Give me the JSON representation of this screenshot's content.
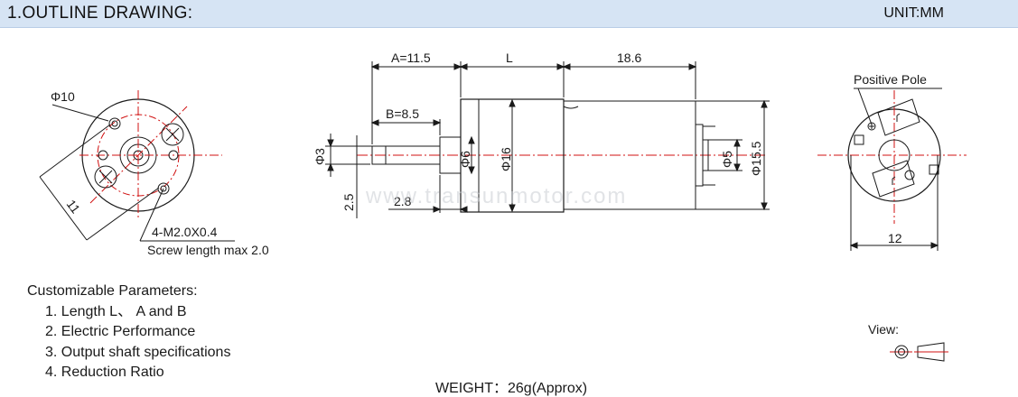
{
  "header": {
    "title": "1.OUTLINE DRAWING:",
    "unit": "UNIT:MM"
  },
  "front_view": {
    "dia_label": "Φ10",
    "dim_11": "11",
    "screw_spec": "4-M2.0X0.4",
    "screw_length": "Screw length max 2.0"
  },
  "side_view": {
    "dim_a": "A=11.5",
    "dim_l": "L",
    "dim_186": "18.6",
    "dim_b": "B=8.5",
    "dia_3": "Φ3",
    "dia_6": "Φ6",
    "dia_16": "Φ16",
    "dia_5": "Φ5",
    "dia_155": "Φ15.5",
    "dim_25": "2.5",
    "dim_28": "2.8",
    "watermark": "www.transunmotor.com"
  },
  "rear_view": {
    "positive_pole": "Positive Pole",
    "dim_12": "12"
  },
  "params": {
    "heading": "Customizable Parameters:",
    "items": [
      "1. Length  L、 A and B",
      "2. Electric Performance",
      "3. Output shaft specifications",
      "4. Reduction Ratio"
    ]
  },
  "view": {
    "label": "View:"
  },
  "weight": {
    "text": "WEIGHT：26g(Approx)"
  }
}
